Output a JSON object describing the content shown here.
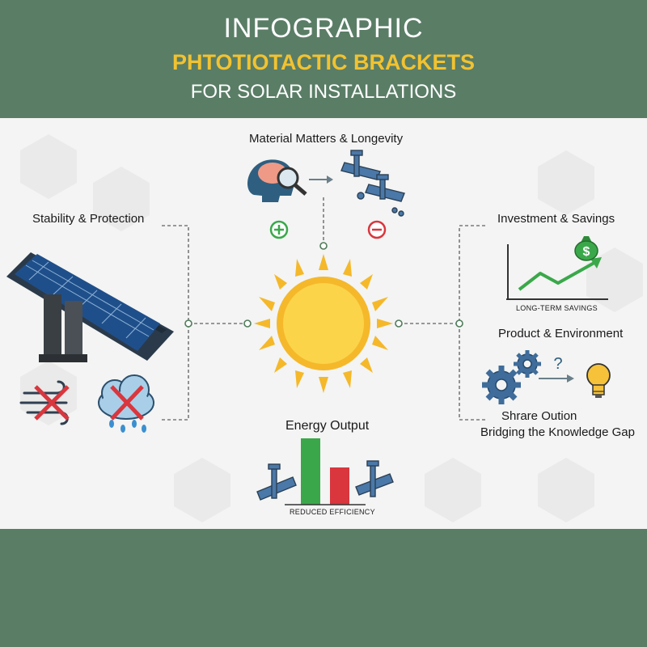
{
  "header": {
    "line1": "INFOGRAPHIC",
    "line2": "PHTOTIOTACTIC BRACKETS",
    "line3": "FOR SOLAR INSTALLATIONS"
  },
  "sections": {
    "material": "Material Matters & Longevity",
    "stability": "Stability & Protection",
    "investment": "Investment & Savings",
    "product": "Product & Environment",
    "energy": "Energy Output",
    "share_line1": "Shrare Oution",
    "share_line2": "Bridging the Knowledge Gap"
  },
  "captions": {
    "savings": "LONG-TERM SAVINGS",
    "efficiency": "REDUCED EFFICIENCY"
  },
  "icons": {
    "money": "$",
    "question": "?",
    "plus": "+",
    "minus": "−"
  },
  "colors": {
    "band": "#5a7d66",
    "accent": "#f2c230",
    "sun": "#f5b82a",
    "positive": "#3aa84a",
    "negative": "#d9363e"
  }
}
